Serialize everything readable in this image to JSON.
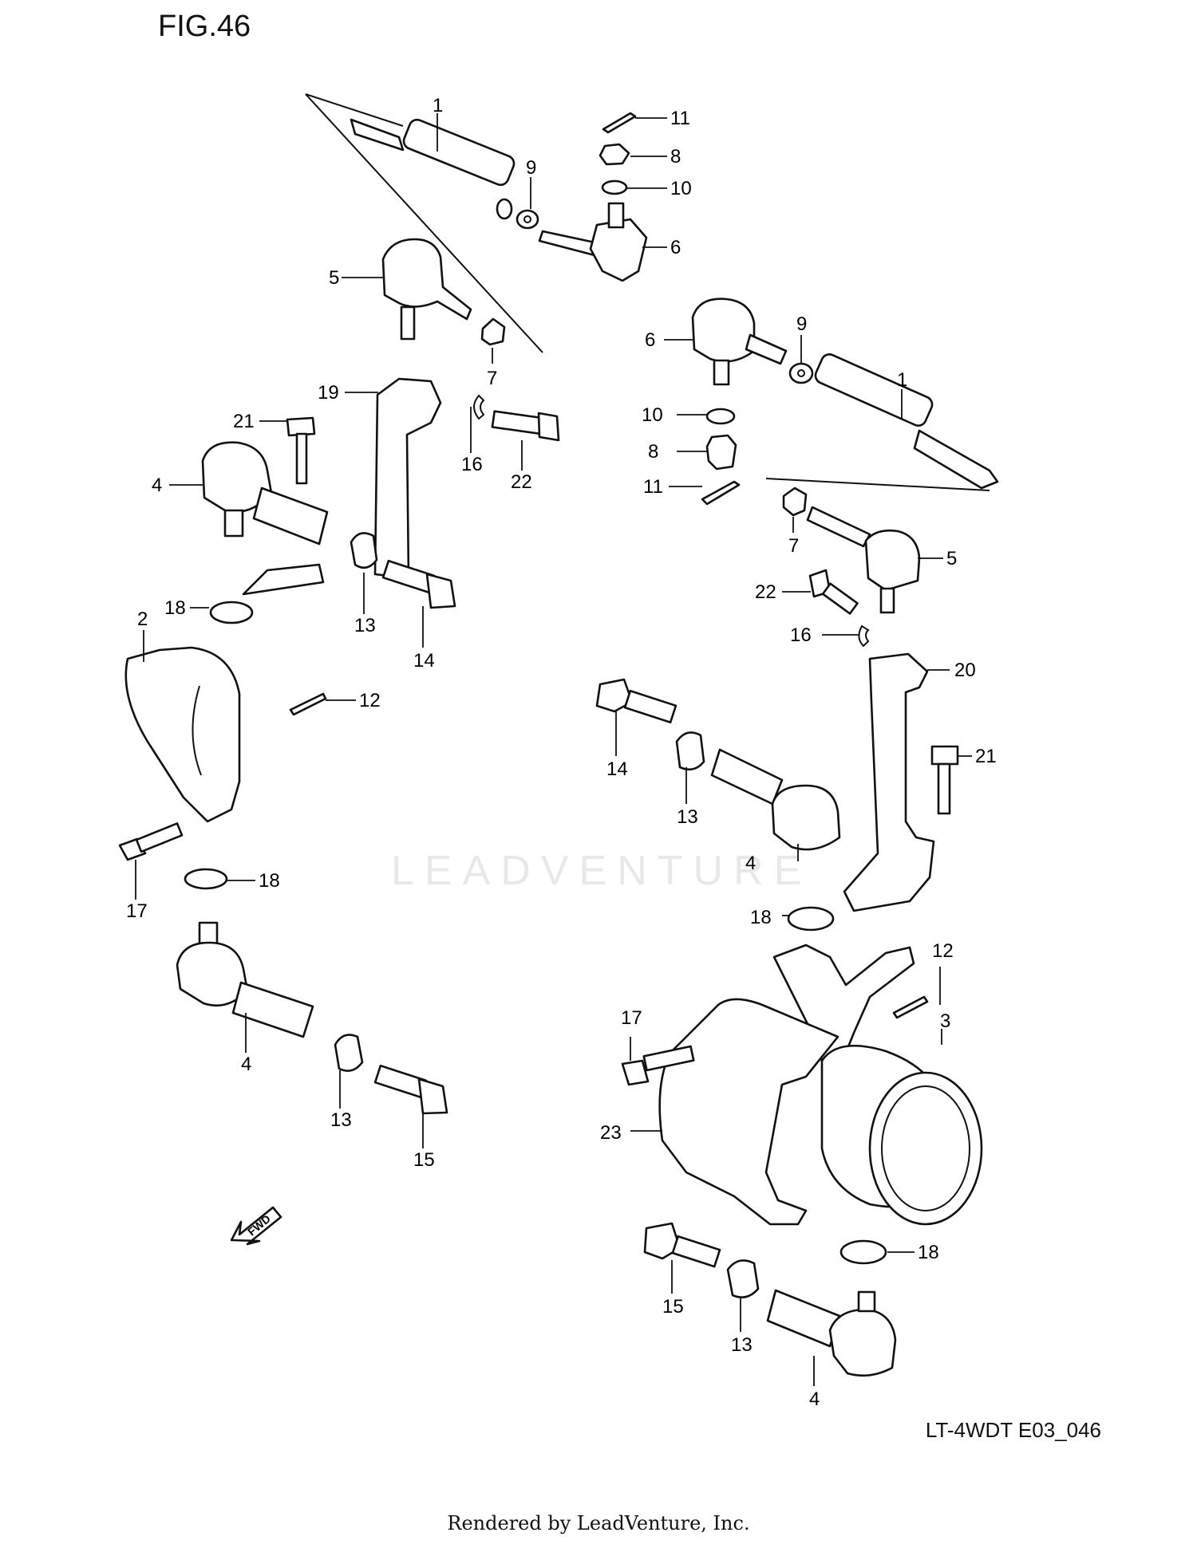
{
  "figure": {
    "title": "FIG.46",
    "code": "LT-4WDT E03_046",
    "footer": "Rendered by LeadVenture, Inc.",
    "watermark": "LEADVENTURE",
    "fwd_label": "FWD"
  },
  "callouts": [
    "1",
    "9",
    "11",
    "8",
    "10",
    "6",
    "5",
    "7",
    "19",
    "21",
    "16",
    "22",
    "4",
    "18",
    "2",
    "13",
    "14",
    "12",
    "17",
    "18",
    "4",
    "13",
    "15",
    "6",
    "9",
    "1",
    "10",
    "8",
    "11",
    "7",
    "5",
    "22",
    "16",
    "20",
    "14",
    "13",
    "21",
    "4",
    "18",
    "12",
    "3",
    "17",
    "23",
    "18",
    "15",
    "13",
    "4"
  ]
}
